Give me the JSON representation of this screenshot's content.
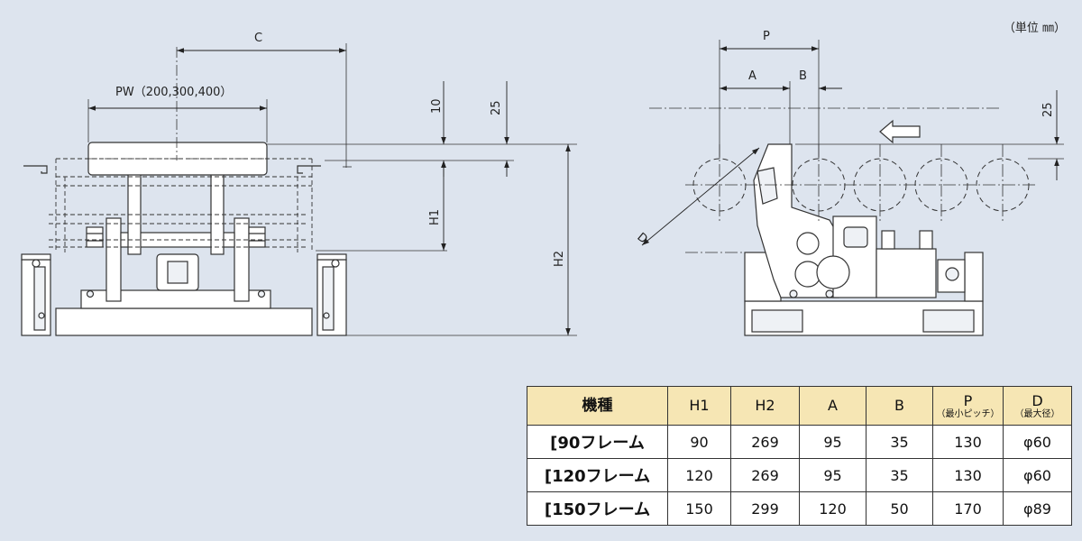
{
  "unit_note": "（単位 ㎜）",
  "front_view": {
    "labels": {
      "C": "C",
      "PW": "PW（200,300,400）",
      "d10": "10",
      "d25": "25",
      "H1": "H1",
      "H2": "H2"
    }
  },
  "side_view": {
    "labels": {
      "P": "P",
      "A": "A",
      "B": "B",
      "d25": "25",
      "D": "D"
    }
  },
  "table": {
    "headers": [
      {
        "main": "機種",
        "sub": ""
      },
      {
        "main": "H1",
        "sub": ""
      },
      {
        "main": "H2",
        "sub": ""
      },
      {
        "main": "A",
        "sub": ""
      },
      {
        "main": "B",
        "sub": ""
      },
      {
        "main": "P",
        "sub": "（最小ピッチ）"
      },
      {
        "main": "D",
        "sub": "（最大径）"
      }
    ],
    "rows": [
      [
        "[90フレーム",
        "90",
        "269",
        "95",
        "35",
        "130",
        "φ60"
      ],
      [
        "[120フレーム",
        "120",
        "269",
        "95",
        "35",
        "130",
        "φ60"
      ],
      [
        "[150フレーム",
        "150",
        "299",
        "120",
        "50",
        "170",
        "φ89"
      ]
    ]
  }
}
